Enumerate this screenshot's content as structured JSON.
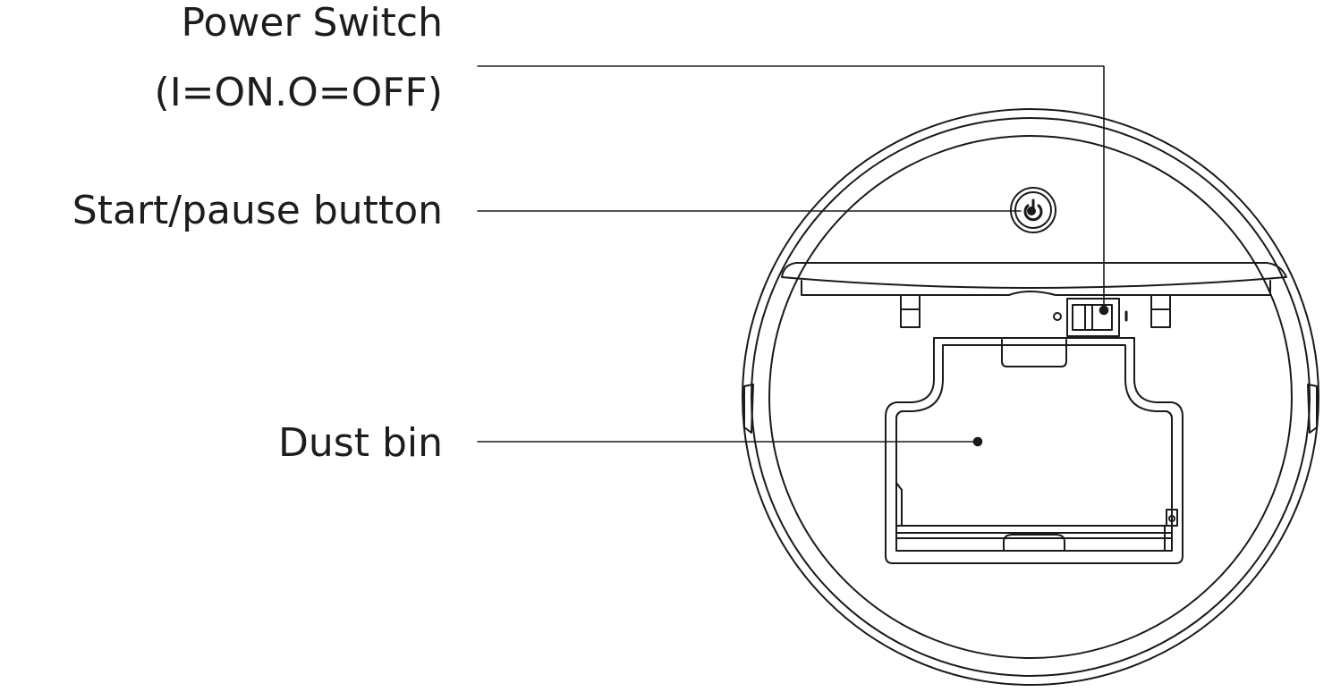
{
  "labels": {
    "power_switch_title": "Power Switch",
    "power_switch_states": "(I=ON.O=OFF)",
    "start_pause_button": "Start/pause button",
    "dust_bin": "Dust bin"
  },
  "colors": {
    "line": "#1a1a1a",
    "background": "#ffffff"
  }
}
